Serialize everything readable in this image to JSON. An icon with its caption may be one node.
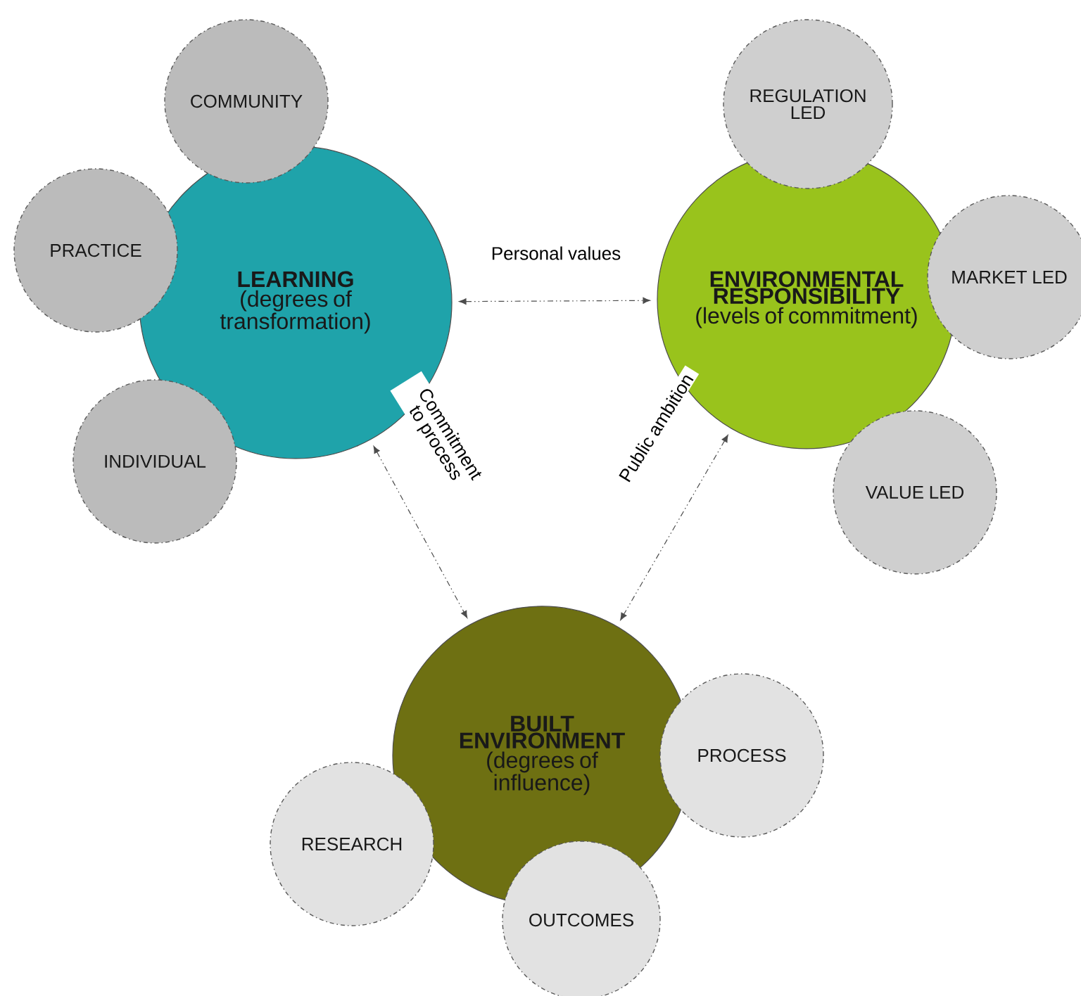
{
  "diagram": {
    "nodes": [
      {
        "text": [
          "LEARNING",
          "(degrees of transformation)"
        ]
      },
      {
        "text": [
          "COMMUNITY"
        ]
      },
      {
        "text": [
          "PRACTICE"
        ]
      },
      {
        "text": [
          "INDIVIDUAL"
        ]
      },
      {
        "text": [
          "ENVIRONMENTAL RESPONSIBILITY",
          "(levels of commitment)"
        ]
      },
      {
        "text": [
          "REGULATION LED"
        ]
      },
      {
        "text": [
          "MARKET LED"
        ]
      },
      {
        "text": [
          "VALUE LED"
        ]
      },
      {
        "text": [
          "BUILT ENVIRONMENT",
          "(degrees of influence)"
        ]
      },
      {
        "text": [
          "PROCESS"
        ]
      },
      {
        "text": [
          "RESEARCH"
        ]
      },
      {
        "text": [
          "OUTCOMES"
        ]
      }
    ],
    "edges": [
      {
        "from": 0,
        "to": 4,
        "arrow": "both",
        "label": "Personal values",
        "style": "dashed"
      },
      {
        "from": 0,
        "to": 8,
        "arrow": "both",
        "label": "Commitment to process",
        "style": "dashed"
      },
      {
        "from": 4,
        "to": 8,
        "arrow": "both",
        "label": "Public ambition",
        "style": "dashed"
      }
    ]
  }
}
